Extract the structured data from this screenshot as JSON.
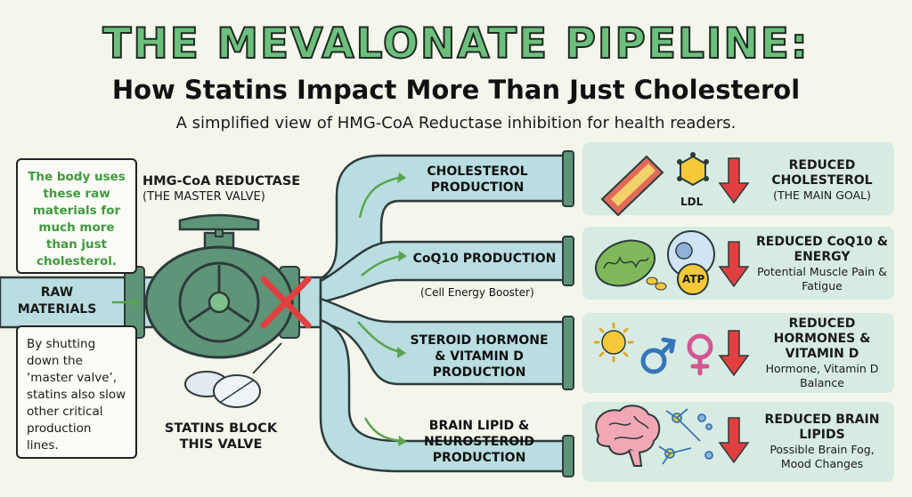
{
  "title": "THE MEVALONATE PIPELINE:",
  "heading": "How Statins Impact More Than Just Cholesterol",
  "subtitle": "A simplified view of HMG-CoA Reductase inhibition for health readers.",
  "left_box_top": "The body uses these raw materials for much more than just cholesterol.",
  "left_box_bottom": "By shutting down the ‘master valve’, statins also slow other critical production lines.",
  "raw_materials": "RAW MATERIALS",
  "valve": {
    "title": "HMG-CoA REDUCTASE",
    "subtitle": "(THE MASTER VALVE)"
  },
  "statin_label": "STATINS BLOCK THIS VALVE",
  "pathways": [
    {
      "label": "CHOLESTEROL PRODUCTION",
      "note": ""
    },
    {
      "label": "CoQ10 PRODUCTION",
      "note": "(Cell Energy Booster)"
    },
    {
      "label": "STEROID HORMONE & VITAMIN D PRODUCTION",
      "note": ""
    },
    {
      "label": "BRAIN LIPID & NEUROSTEROID PRODUCTION",
      "note": ""
    }
  ],
  "effects": [
    {
      "title": "REDUCED CHOLESTEROL",
      "detail": "(THE MAIN GOAL)",
      "icon_text": "LDL"
    },
    {
      "title": "REDUCED CoQ10 & ENERGY",
      "detail": "Potential Muscle Pain & Fatigue",
      "icon_text": "ATP"
    },
    {
      "title": "REDUCED HORMONES & VITAMIN D",
      "detail": "Hormone, Vitamin D Balance",
      "icon_text": ""
    },
    {
      "title": "REDUCED BRAIN LIPIDS",
      "detail": "Possible Brain Fog, Mood Changes",
      "icon_text": ""
    }
  ],
  "colors": {
    "pipe": "#b9dde0",
    "valve": "#5e9478",
    "block_x": "#e0403f",
    "arrow": "#e0403f",
    "accent_green": "#3f9a3f",
    "panel": "#d7ebe3"
  }
}
